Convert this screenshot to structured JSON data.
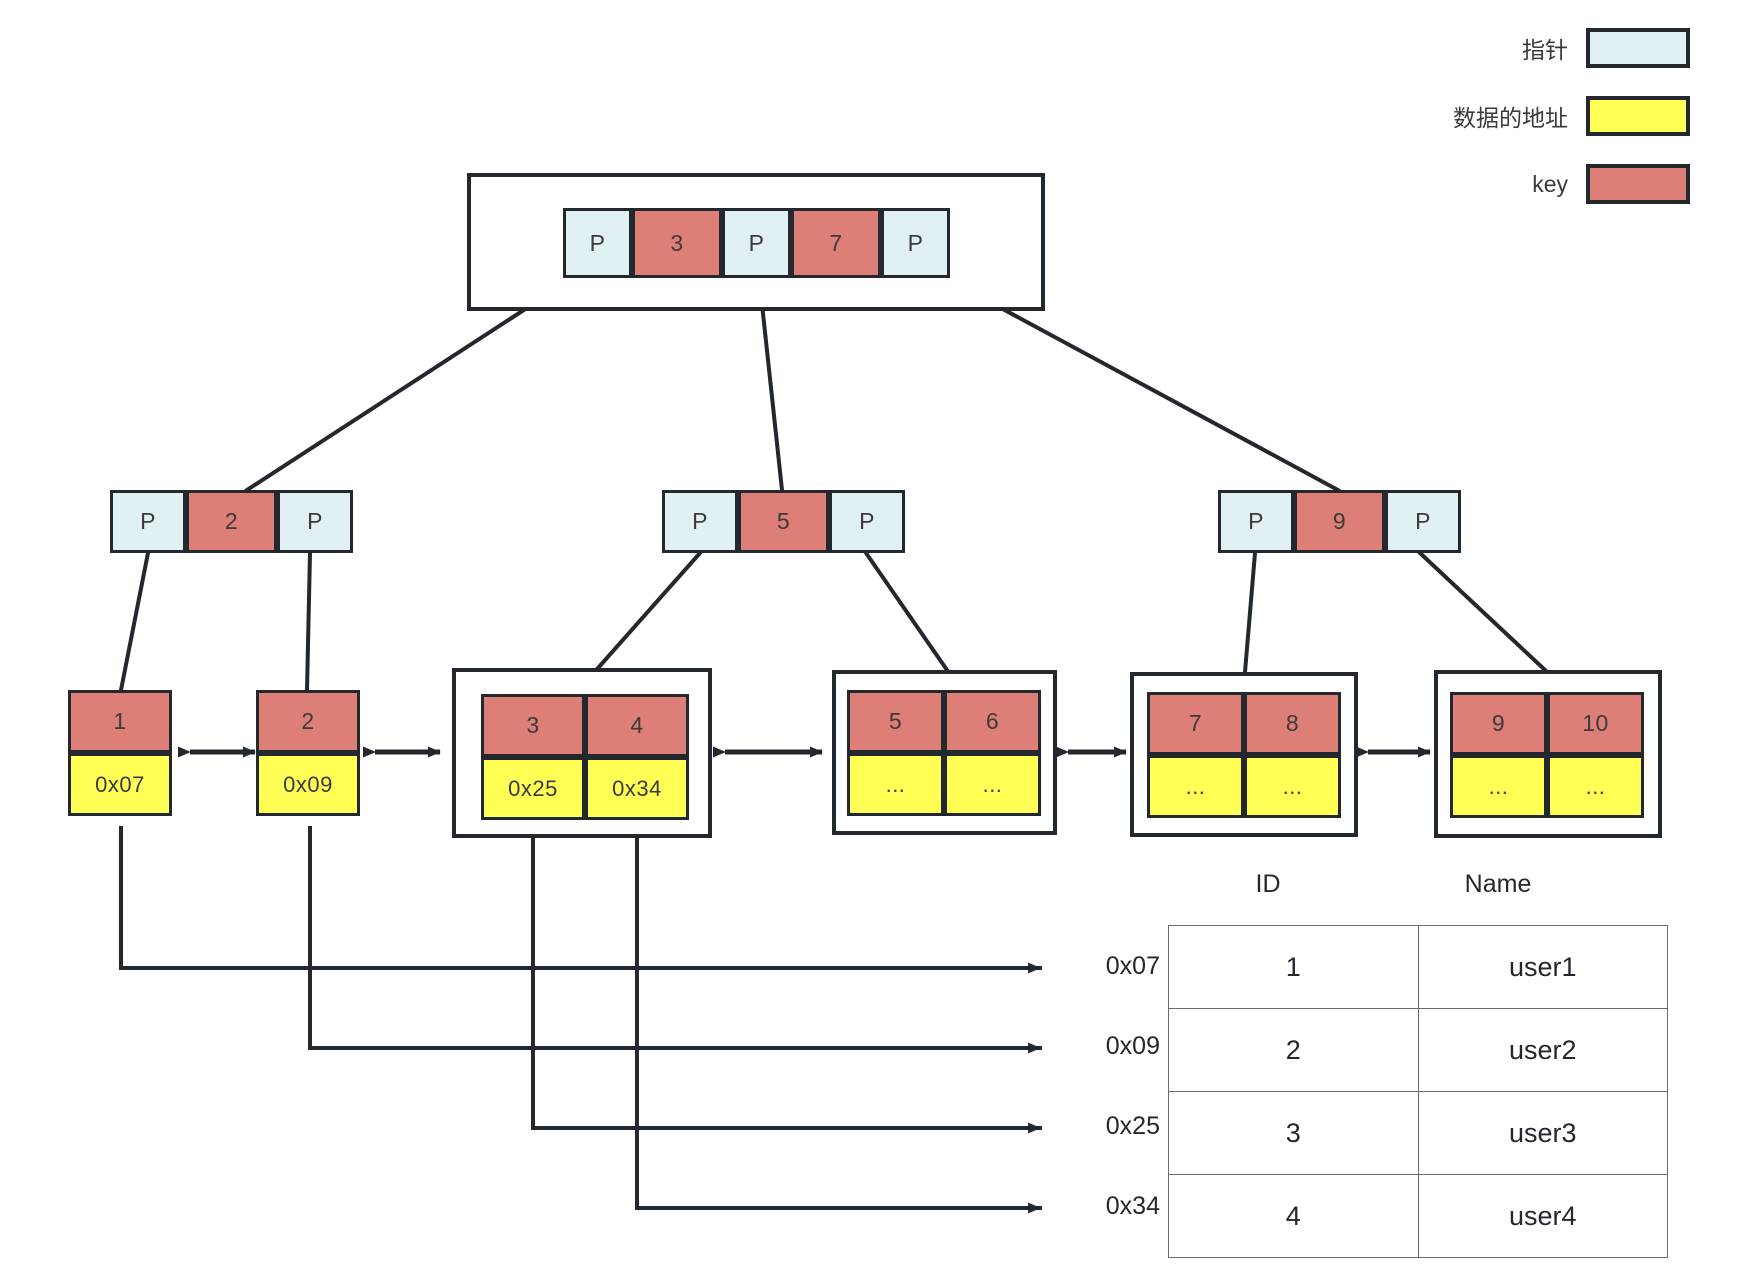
{
  "legend": {
    "items": [
      {
        "label": "指针",
        "color": "#e0f0f3",
        "icon": "pointer-swatch"
      },
      {
        "label": "数据的地址",
        "color": "#ffff55",
        "icon": "address-swatch"
      },
      {
        "label": "key",
        "color": "#dd7f76",
        "icon": "key-swatch"
      }
    ]
  },
  "tree": {
    "root": {
      "name": "root-node",
      "cells": [
        {
          "type": "pointer",
          "text": "P"
        },
        {
          "type": "key",
          "text": "3"
        },
        {
          "type": "pointer",
          "text": "P"
        },
        {
          "type": "key",
          "text": "7"
        },
        {
          "type": "pointer",
          "text": "P"
        }
      ]
    },
    "internal": [
      {
        "name": "internal-node-left",
        "cells": [
          {
            "type": "pointer",
            "text": "P"
          },
          {
            "type": "key",
            "text": "2"
          },
          {
            "type": "pointer",
            "text": "P"
          }
        ]
      },
      {
        "name": "internal-node-middle",
        "cells": [
          {
            "type": "pointer",
            "text": "P"
          },
          {
            "type": "key",
            "text": "5"
          },
          {
            "type": "pointer",
            "text": "P"
          }
        ]
      },
      {
        "name": "internal-node-right",
        "cells": [
          {
            "type": "pointer",
            "text": "P"
          },
          {
            "type": "key",
            "text": "9"
          },
          {
            "type": "pointer",
            "text": "P"
          }
        ]
      }
    ],
    "leaves": [
      {
        "name": "leaf-node-1",
        "framed": false,
        "keys": [
          "1"
        ],
        "addresses": [
          "0x07"
        ]
      },
      {
        "name": "leaf-node-2",
        "framed": false,
        "keys": [
          "2"
        ],
        "addresses": [
          "0x09"
        ]
      },
      {
        "name": "leaf-node-3",
        "framed": true,
        "keys": [
          "3",
          "4"
        ],
        "addresses": [
          "0x25",
          "0x34"
        ]
      },
      {
        "name": "leaf-node-4",
        "framed": true,
        "keys": [
          "5",
          "6"
        ],
        "addresses": [
          "...",
          "..."
        ]
      },
      {
        "name": "leaf-node-5",
        "framed": true,
        "keys": [
          "7",
          "8"
        ],
        "addresses": [
          "...",
          "..."
        ]
      },
      {
        "name": "leaf-node-6",
        "framed": true,
        "keys": [
          "9",
          "10"
        ],
        "addresses": [
          "...",
          "..."
        ]
      }
    ]
  },
  "data_table": {
    "columns": [
      "ID",
      "Name"
    ],
    "row_addresses": [
      "0x07",
      "0x09",
      "0x25",
      "0x34"
    ],
    "rows": [
      {
        "id": "1",
        "name": "user1"
      },
      {
        "id": "2",
        "name": "user2"
      },
      {
        "id": "3",
        "name": "user3"
      },
      {
        "id": "4",
        "name": "user4"
      }
    ]
  },
  "colors": {
    "pointer": "#e0f0f3",
    "key": "#dd7f76",
    "address": "#ffff55",
    "stroke": "#23272e",
    "table_border": "#6b6b6b",
    "background": "#ffffff"
  }
}
